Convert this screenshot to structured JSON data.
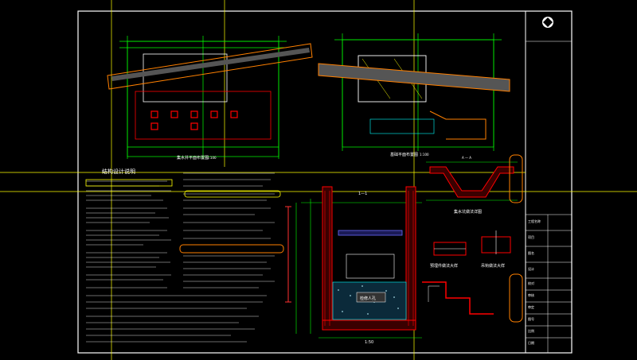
{
  "drawing": {
    "plan_left_title": "集水井平面布置图",
    "plan_left_scale": "1:100",
    "plan_right_title": "基础平面布置图",
    "plan_right_scale": "1:100",
    "notes_title": "结构设计说明",
    "section_aa_title": "1—1",
    "detail_a_title": "A — A",
    "detail_a_caption": "集水坑做法详图",
    "detail_b_caption": "预埋件做法大样",
    "detail_c_caption": "吊钩做法大样",
    "basin_label": "检修人孔",
    "scale_bar_label": "1:50"
  },
  "title_block": {
    "logo_text": "",
    "rows": [
      "工程名称",
      "项目",
      "图名",
      "设计",
      "校对",
      "审核",
      "审定",
      "图号",
      "比例",
      "日期"
    ]
  },
  "colors": {
    "background": "#000000",
    "frame": "#ffffff",
    "wall": "#ff0000",
    "dimension": "#00ff00",
    "guide": "#ffff00",
    "hatch": "#00ffff",
    "highlight": "#ff8000",
    "text": "#ffffff"
  }
}
